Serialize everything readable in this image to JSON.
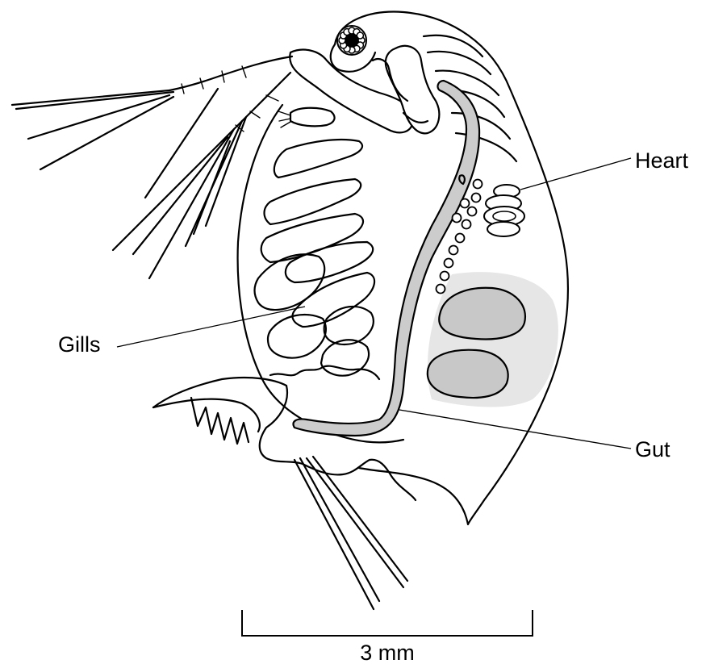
{
  "labels": {
    "heart": "Heart",
    "gills": "Gills",
    "gut": "Gut"
  },
  "scale_bar": {
    "label": "3 mm"
  },
  "colors": {
    "outline": "#000000",
    "gut_fill": "#cccccc",
    "brood_pouch": "#e6e6e6",
    "eggs": "#c8c8c8",
    "background": "#ffffff"
  }
}
